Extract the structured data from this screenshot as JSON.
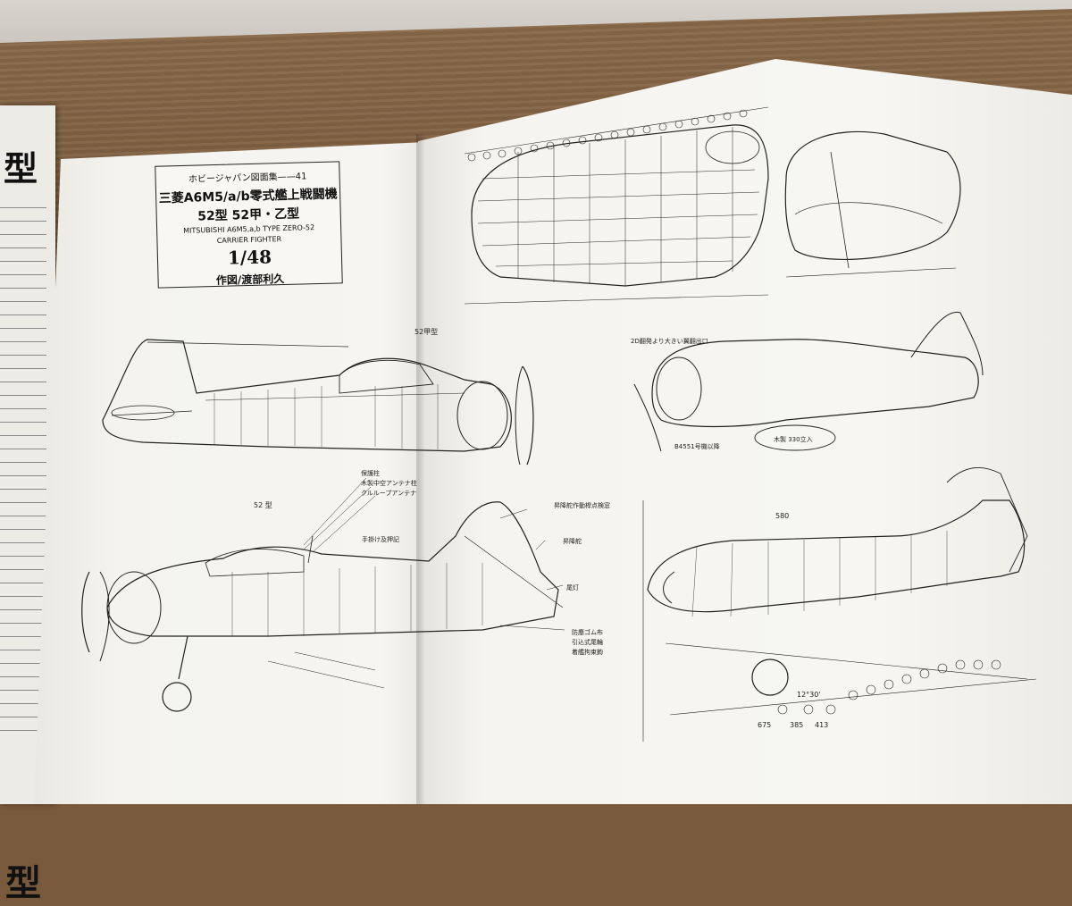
{
  "book_spread": {
    "stub_heading": "型",
    "stub_footer": "型",
    "title_box": {
      "series": "ホビージャパン図面集——41",
      "title_jp": "三菱A6M5/a/b零式艦上戦闘機",
      "subtitle_jp": "52型 52甲・乙型",
      "title_en_1": "MITSUBISHI A6M5,a,b TYPE ZERO-52",
      "title_en_2": "CARRIER FIGHTER",
      "scale": "1/48",
      "author": "作図/渡部利久"
    },
    "labels": {
      "type52a_tag": "52甲型",
      "type52_tag": "52 型",
      "armor": "保護柱",
      "antenna": "木製中空アンテナ柱",
      "loop": "クルループアンテナ",
      "rudder_trim": "昇降舵作動桿点検窓",
      "hand_hold": "手掛け及押記",
      "rudder": "昇降舵",
      "tail_light": "尾灯",
      "rubber": "防塵ゴム布",
      "retract": "引込式尾輪",
      "tailhook": "着艦拘束鉤",
      "num_580": "580",
      "num_675": "675",
      "num_385": "385",
      "num_413": "413",
      "num_12_30": "12°30'",
      "wooden": "木製 330立入",
      "b4551": "B4551号機以降",
      "cowl_note": "2D翻発より大きい翼翻出口"
    }
  },
  "colors": {
    "table": "#6f5035",
    "paper": "#f5f4f0",
    "ink": "#222222"
  }
}
